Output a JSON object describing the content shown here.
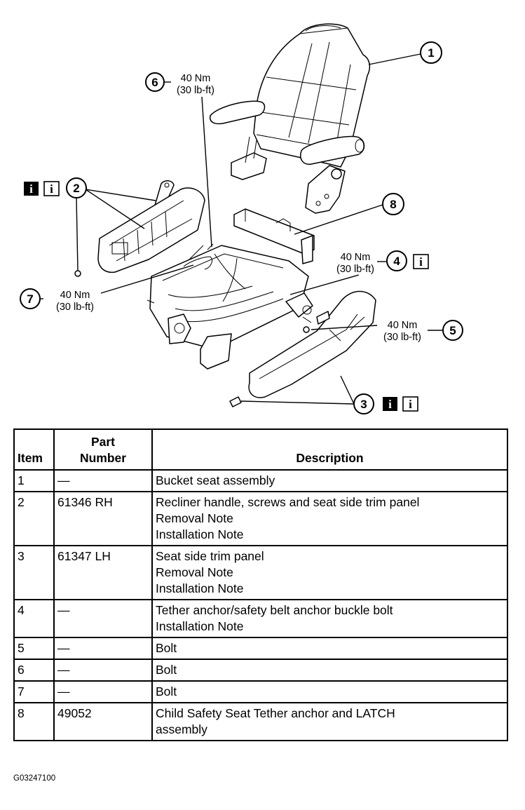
{
  "callouts": {
    "c1": {
      "num": "1"
    },
    "c2": {
      "num": "2"
    },
    "c3": {
      "num": "3"
    },
    "c4": {
      "num": "4"
    },
    "c5": {
      "num": "5"
    },
    "c6": {
      "num": "6"
    },
    "c7": {
      "num": "7"
    },
    "c8": {
      "num": "8"
    }
  },
  "torque": {
    "t4": {
      "nm": "40 Nm",
      "lbft": "(30 lb-ft)"
    },
    "t5": {
      "nm": "40 Nm",
      "lbft": "(30 lb-ft)"
    },
    "t6": {
      "nm": "40 Nm",
      "lbft": "(30 lb-ft)"
    },
    "t7": {
      "nm": "40 Nm",
      "lbft": "(30 lb-ft)"
    }
  },
  "icons": {
    "dark": "i",
    "light": "i",
    "dark_name": "info-icon-dark",
    "light_name": "info-icon-light"
  },
  "table": {
    "headers": {
      "item": "Item",
      "part_line1": "Part",
      "part_line2": "Number",
      "description": "Description"
    },
    "rows": [
      {
        "item": "1",
        "part": "—",
        "desc": [
          "Bucket seat assembly"
        ]
      },
      {
        "item": "2",
        "part": "61346 RH",
        "desc": [
          "Recliner handle, screws and seat side trim panel",
          "Removal Note",
          "Installation Note"
        ]
      },
      {
        "item": "3",
        "part": "61347 LH",
        "desc": [
          "Seat side trim panel",
          "Removal Note",
          "Installation Note"
        ]
      },
      {
        "item": "4",
        "part": "—",
        "desc": [
          "Tether anchor/safety belt anchor buckle bolt",
          "Installation Note"
        ]
      },
      {
        "item": "5",
        "part": "—",
        "desc": [
          "Bolt"
        ]
      },
      {
        "item": "6",
        "part": "—",
        "desc": [
          "Bolt"
        ]
      },
      {
        "item": "7",
        "part": "—",
        "desc": [
          "Bolt"
        ]
      },
      {
        "item": "8",
        "part": "49052",
        "desc": [
          "Child Safety Seat Tether anchor and LATCH",
          "assembly"
        ]
      }
    ]
  },
  "figure_id": "G03247100"
}
